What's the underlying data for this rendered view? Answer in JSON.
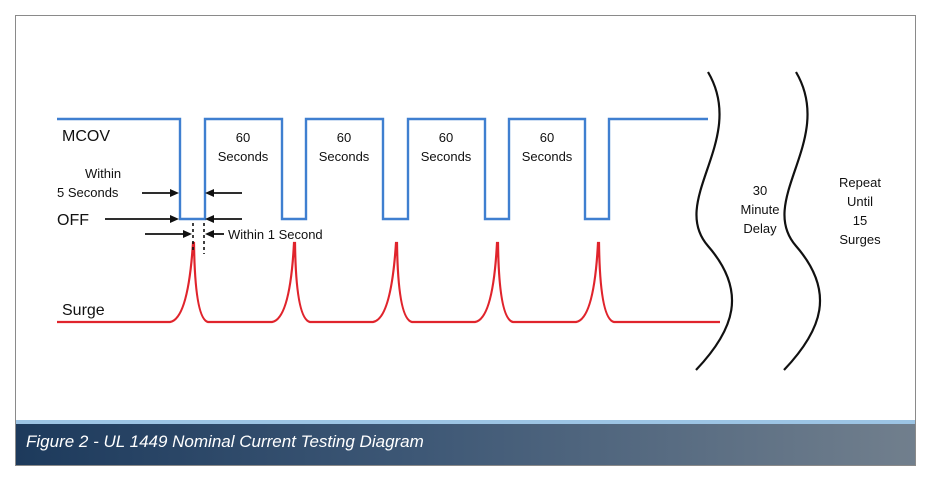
{
  "labels": {
    "mcov": "MCOV",
    "off": "OFF",
    "surge": "Surge",
    "within": "Within",
    "five_seconds": "5 Seconds",
    "within_one_second": "Within 1 Second"
  },
  "intervals": [
    {
      "line1": "60",
      "line2": "Seconds"
    },
    {
      "line1": "60",
      "line2": "Seconds"
    },
    {
      "line1": "60",
      "line2": "Seconds"
    },
    {
      "line1": "60",
      "line2": "Seconds"
    }
  ],
  "delay": {
    "line1": "30",
    "line2": "Minute",
    "line3": "Delay"
  },
  "repeat": {
    "line1": "Repeat",
    "line2": "Until",
    "line3": "15",
    "line4": "Surges"
  },
  "caption": "Figure 2 - UL 1449 Nominal Current Testing Diagram",
  "colors": {
    "voltage_wave": "#3f7fd0",
    "surge_wave": "#e0242c",
    "caption_bg": "#2f4b6b",
    "caption_accent": "#9cc4e4"
  }
}
